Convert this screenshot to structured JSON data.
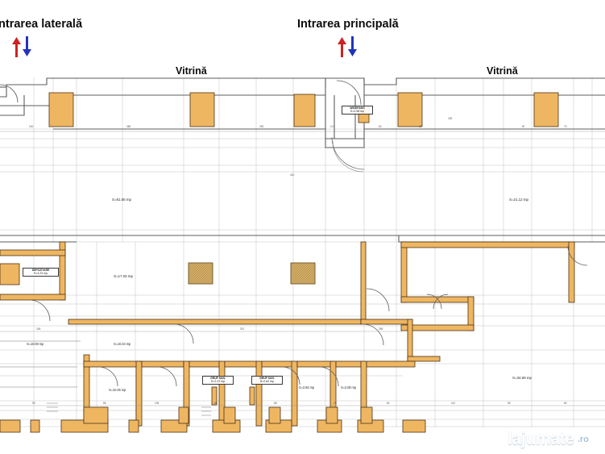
{
  "document": {
    "type": "architectural-floor-plan",
    "language": "ro"
  },
  "annotations": [
    {
      "name": "entrance-side",
      "label": "Intrarea laterală",
      "arrow_up_color": "#CC2222",
      "arrow_down_color": "#2233BB"
    },
    {
      "name": "entrance-main",
      "label": "Intrarea principală",
      "arrow_up_color": "#CC2222",
      "arrow_down_color": "#2233BB"
    },
    {
      "name": "shopfront-left",
      "label": "Vitrină"
    },
    {
      "name": "shopfront-right",
      "label": "Vitrină"
    }
  ],
  "labels": {
    "entrance_side": "Intrarea laterală",
    "entrance_main": "Intrarea principală",
    "vitrina_left": "Vitrină",
    "vitrina_right": "Vitrină"
  },
  "rooms": [
    {
      "name": "sala-principala-stanga",
      "area_text": "S=81.05 mp"
    },
    {
      "name": "sala-principala-dreapta",
      "area_text": "S=21.12 mp"
    },
    {
      "name": "windfang",
      "title": "WINDFANG",
      "area_text": "S=2.98 mp"
    },
    {
      "name": "depozitare",
      "title": "DEPOZITARE",
      "area_text": "S=4.23 mp"
    },
    {
      "name": "hol-central",
      "area_text": "S=17.25 mp"
    },
    {
      "name": "birou-stanga-1",
      "area_text": "S=10.08 mp"
    },
    {
      "name": "birou-stanga-2",
      "area_text": "S=10.34 mp"
    },
    {
      "name": "birou-stanga-3",
      "area_text": "S=10.36 mp"
    },
    {
      "name": "grup-sanitar-1",
      "title": "GRUP SAN.",
      "area_text": "S=2.47 mp"
    },
    {
      "name": "grup-sanitar-2",
      "title": "GRUP SAN.",
      "area_text": "S=2.62 mp"
    },
    {
      "name": "camera-mica-1",
      "area_text": "S=2.84 mp"
    },
    {
      "name": "camera-mica-2",
      "area_text": "S=2.08 mp"
    },
    {
      "name": "sala-jos-dreapta",
      "area_text": "S=34.69 mp"
    }
  ],
  "dimensions": {
    "top_run": [
      "140",
      "380",
      "290",
      "117",
      "63",
      "87",
      "150",
      "87",
      "70"
    ],
    "mid_run": [
      "245",
      "307",
      "265",
      "190",
      "118",
      "75",
      "410"
    ],
    "bottom_run": [
      "90",
      "85",
      "105",
      "98",
      "88",
      "70",
      "60",
      "112",
      "95",
      "80"
    ]
  },
  "colors": {
    "wall_fill": "#EFB661",
    "wall_stroke": "#4A3214",
    "window_fill": "#E8B062",
    "hatch_fill": "#D6B26A",
    "line": "#6e6e6e",
    "thin_line": "#9a9a9a",
    "text": "#1c1c1c",
    "annotation_text": "#0d0d0d",
    "watermark": "#ffffff",
    "watermark_tld": "#6f9ec4"
  },
  "watermark": {
    "text": "lajumate",
    "tld": ".ro",
    "icon": "tag-heart-icon"
  }
}
